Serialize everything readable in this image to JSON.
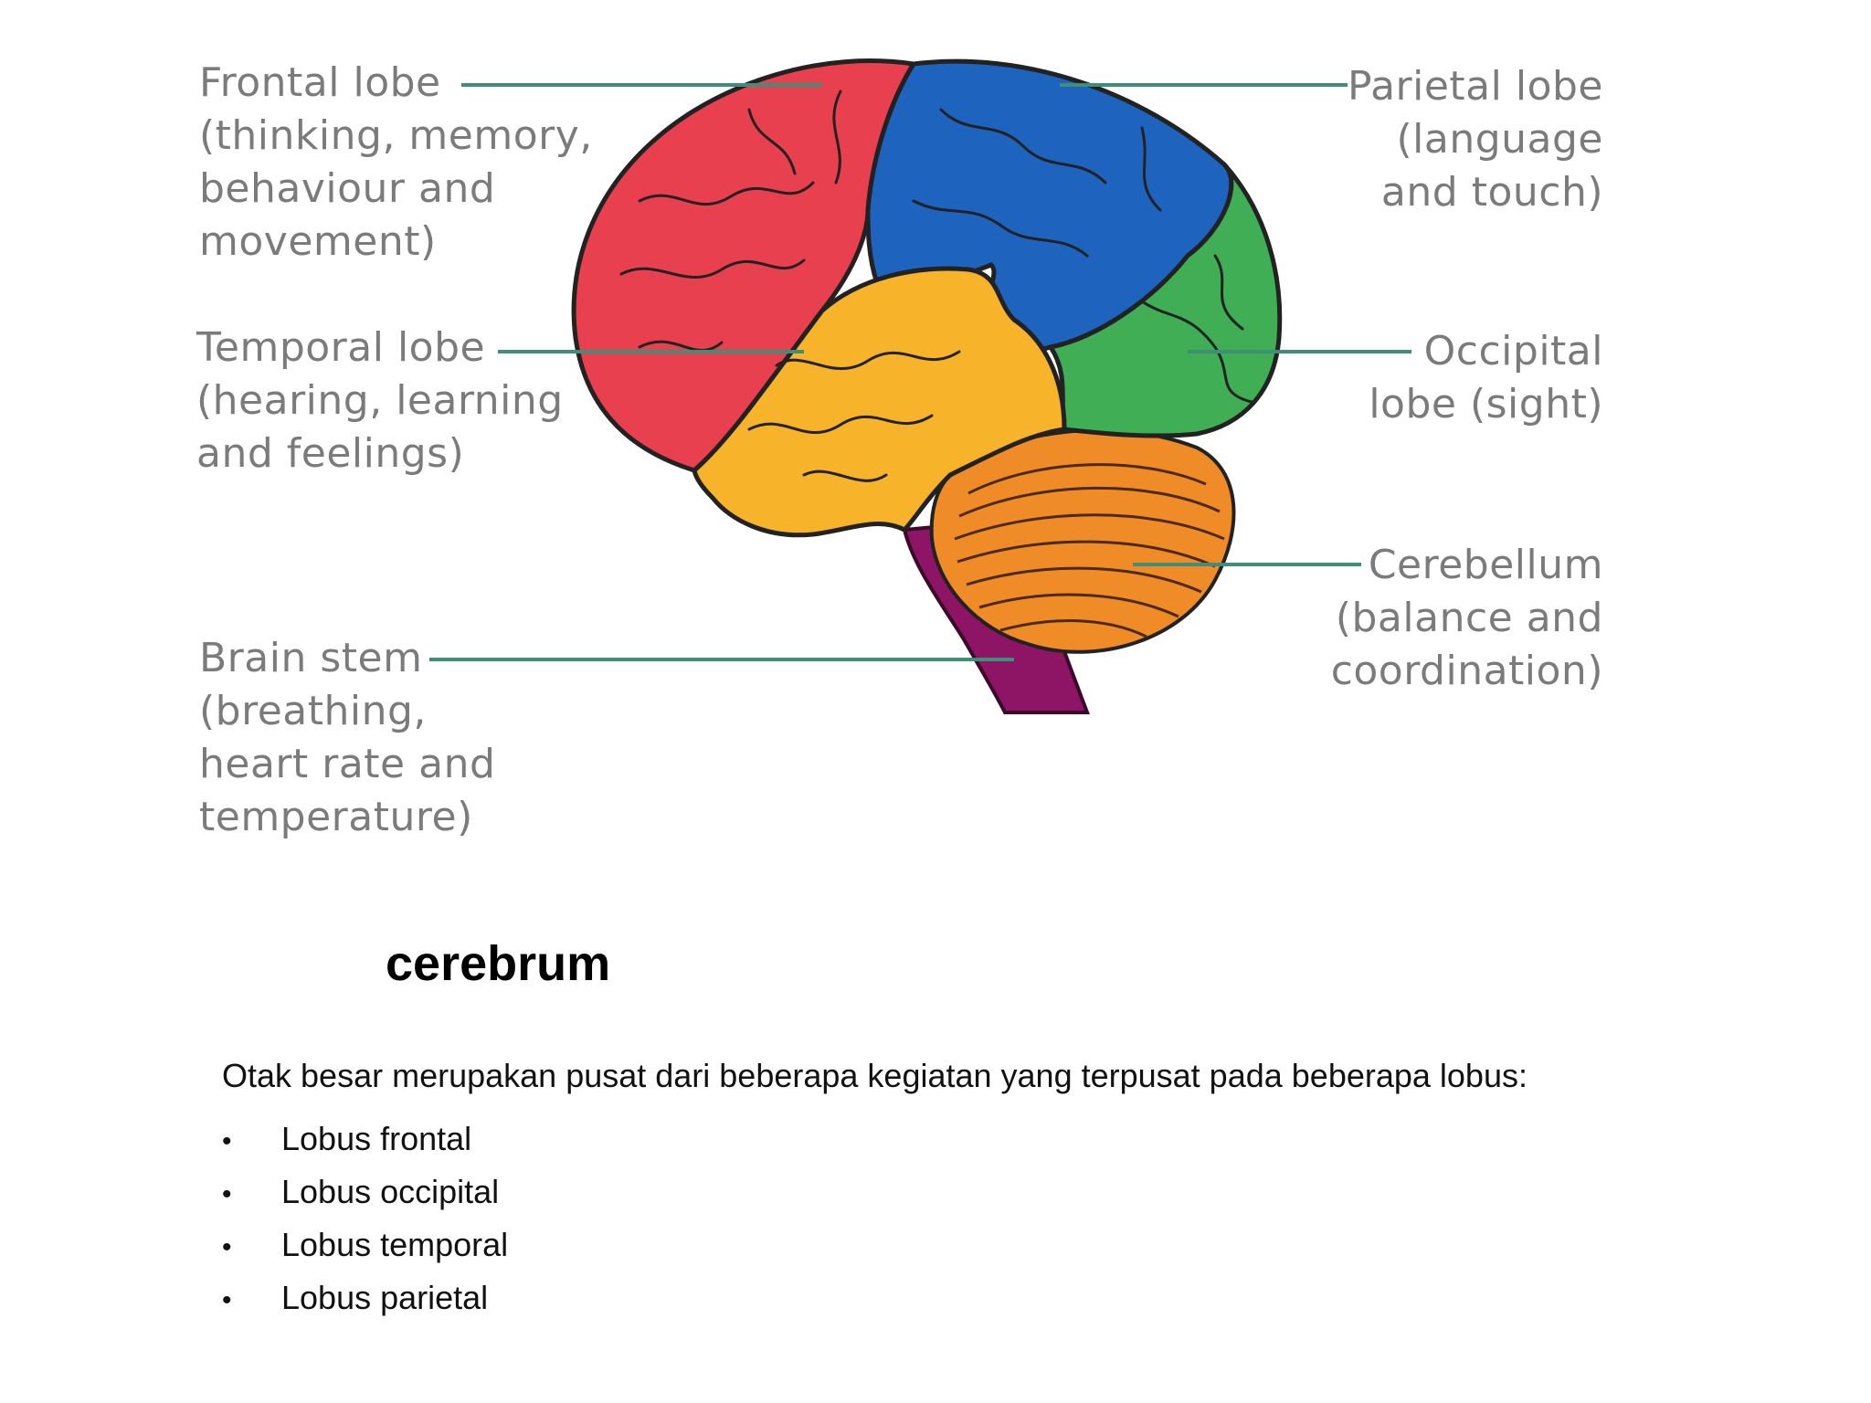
{
  "diagram": {
    "labels": {
      "frontal": "Frontal lobe\n(thinking, memory,\nbehaviour and\nmovement)",
      "temporal": "Temporal lobe\n(hearing, learning\nand feelings)",
      "brain_stem": "Brain stem\n(breathing,\nheart rate and\ntemperature)",
      "parietal": "Parietal lobe\n(language\nand touch)",
      "occipital": "Occipital\nlobe (sight)",
      "cerebellum": "Cerebellum\n(balance and\ncoordination)"
    },
    "colors": {
      "frontal": "#e8404f",
      "parietal": "#1e64bf",
      "occipital": "#3fae55",
      "temporal": "#f7b32a",
      "cerebellum": "#f08c28",
      "brain_stem": "#8e1565",
      "leader_line": "#3e8f78",
      "label_text": "#7b7b7b"
    }
  },
  "slide": {
    "title": "cerebrum",
    "intro": "Otak besar merupakan pusat dari beberapa kegiatan  yang terpusat pada beberapa lobus:",
    "bullet": "•",
    "lobes": [
      "Lobus frontal",
      "Lobus occipital",
      "Lobus temporal",
      "Lobus parietal"
    ]
  }
}
